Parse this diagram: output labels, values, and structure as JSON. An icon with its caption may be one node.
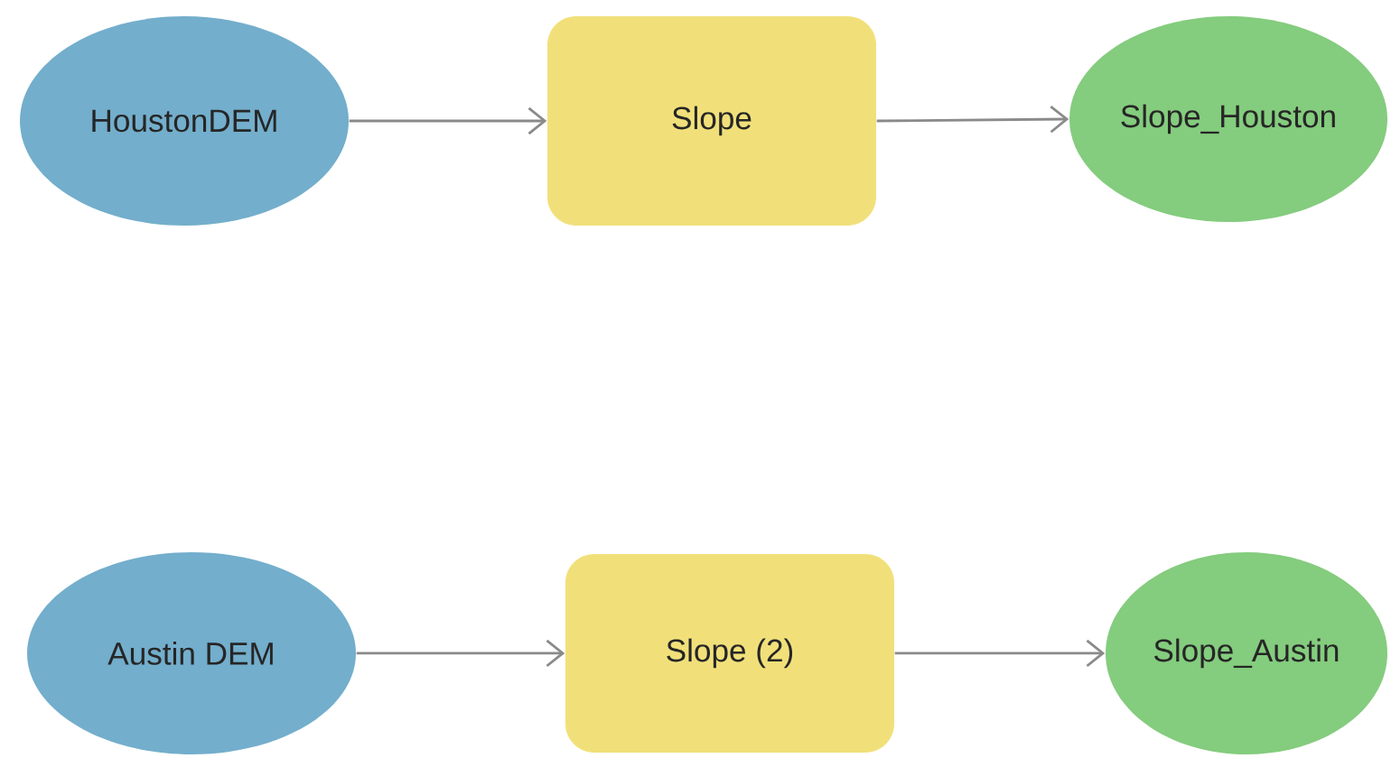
{
  "diagram": {
    "nodes": [
      {
        "text": [
          "HoustonDEM"
        ]
      },
      {
        "text": [
          "Slope"
        ]
      },
      {
        "text": [
          "Slope_Houston"
        ]
      },
      {
        "text": [
          "Austin DEM"
        ]
      },
      {
        "text": [
          "Slope (2)"
        ]
      },
      {
        "text": [
          "Slope_Austin"
        ]
      }
    ],
    "edges": [
      {
        "from": 0,
        "to": 1,
        "arrow": "to"
      },
      {
        "from": 1,
        "to": 2,
        "arrow": "to"
      },
      {
        "from": 3,
        "to": 4,
        "arrow": "to"
      },
      {
        "from": 4,
        "to": 5,
        "arrow": "to"
      }
    ]
  }
}
